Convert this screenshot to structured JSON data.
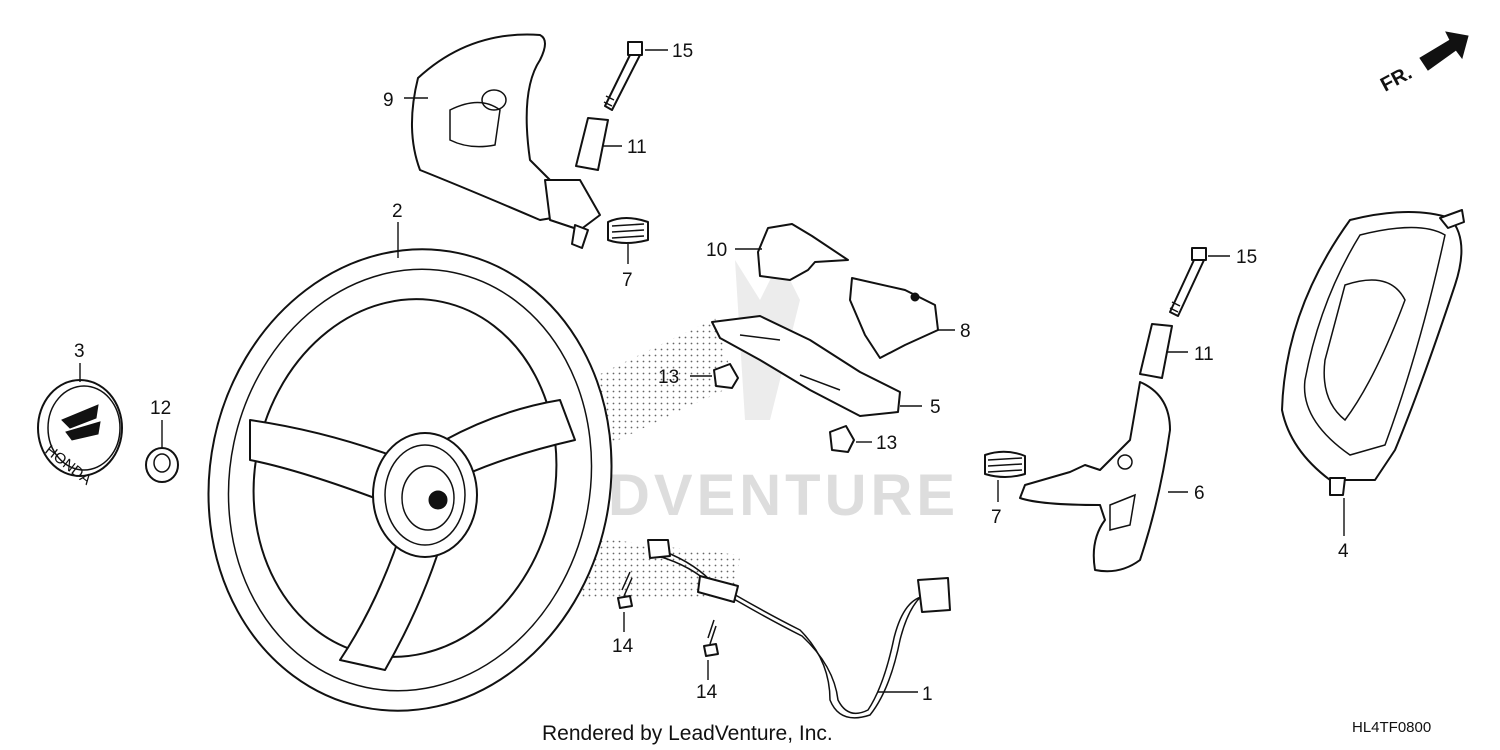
{
  "diagram": {
    "callouts": {
      "c1": "1",
      "c2": "2",
      "c3": "3",
      "c4": "4",
      "c5": "5",
      "c6": "6",
      "c7a": "7",
      "c7b": "7",
      "c8": "8",
      "c9": "9",
      "c10": "10",
      "c11a": "11",
      "c11b": "11",
      "c12": "12",
      "c13a": "13",
      "c13b": "13",
      "c14a": "14",
      "c14b": "14",
      "c15a": "15",
      "c15b": "15"
    },
    "direction_label": "FR.",
    "emblem_text": "HONDA",
    "watermark": "LEADVENTURE",
    "footer_credit": "Rendered by LeadVenture, Inc.",
    "diagram_code": "HL4TF0800"
  }
}
